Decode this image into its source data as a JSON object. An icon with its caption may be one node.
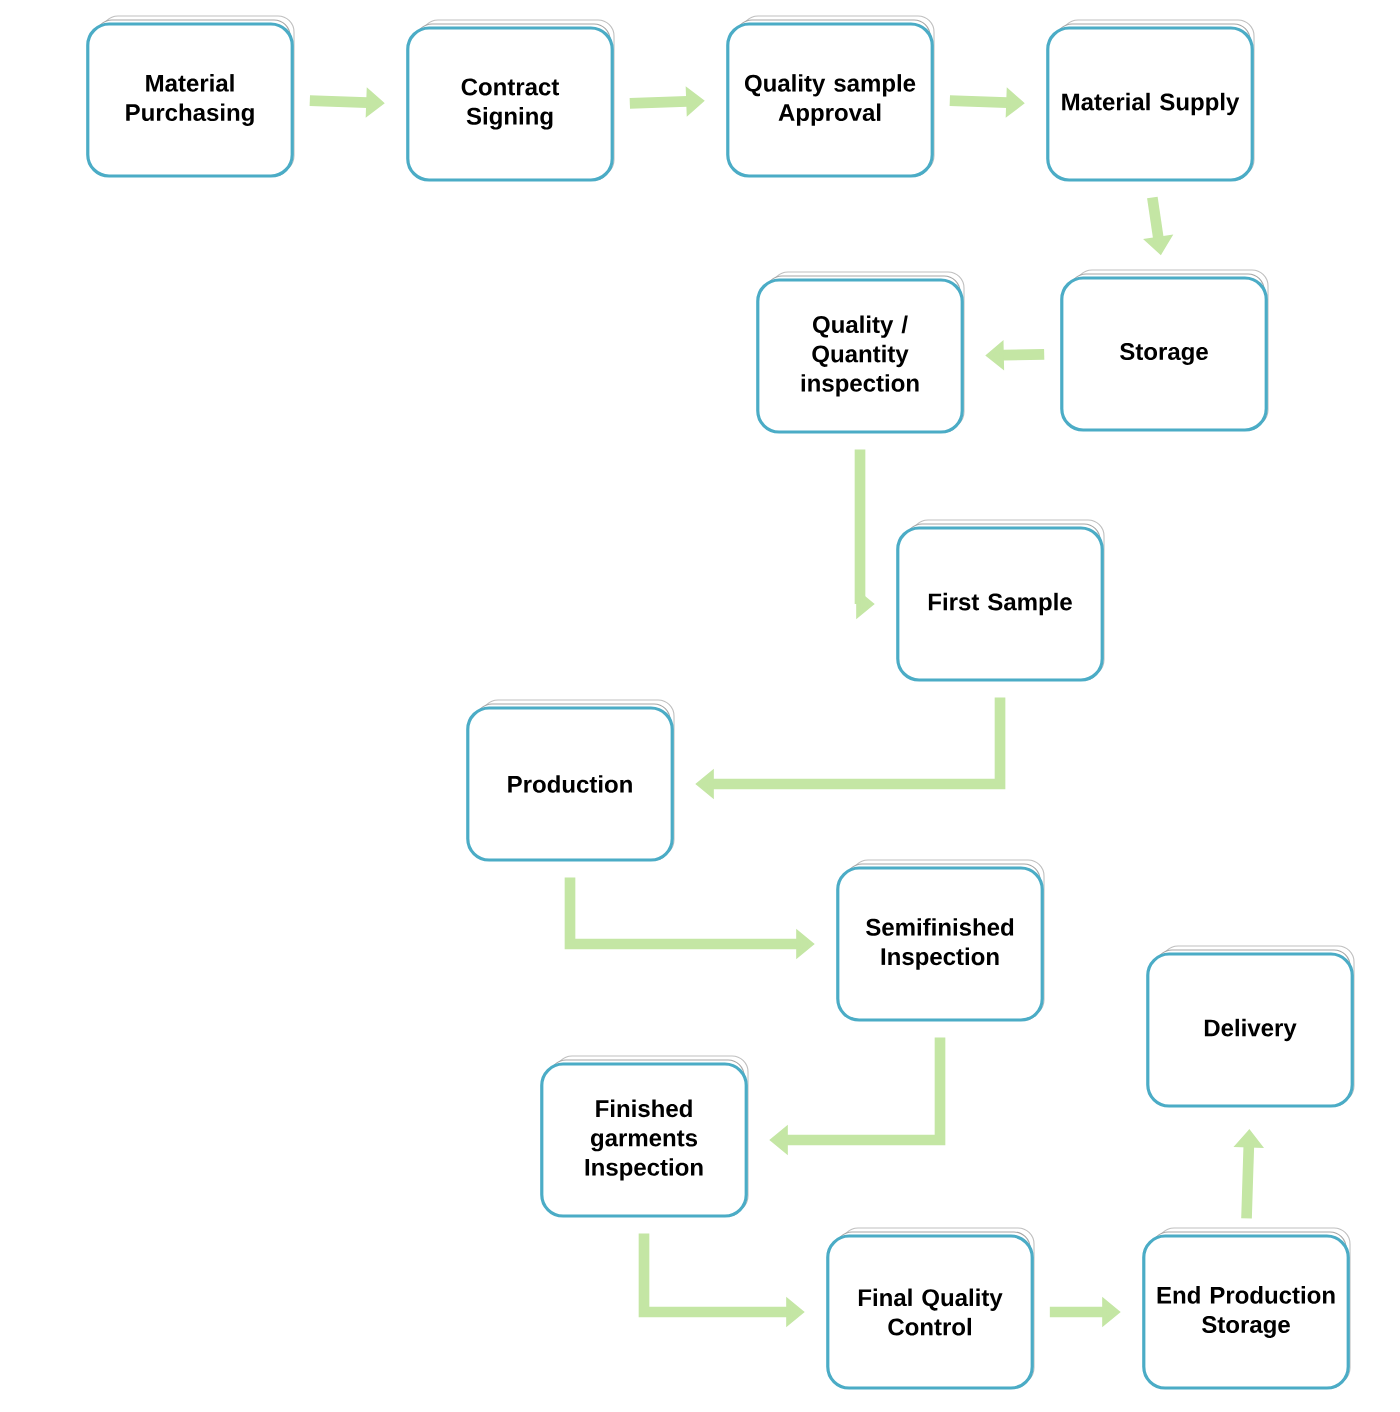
{
  "diagram": {
    "nodes": [
      {
        "text": [
          "Material Purchasing"
        ]
      },
      {
        "text": [
          "Contract Signing"
        ]
      },
      {
        "text": [
          "Quality sample Approval"
        ]
      },
      {
        "text": [
          "Material Supply"
        ]
      },
      {
        "text": [
          "Storage"
        ]
      },
      {
        "text": [
          "Quality / Quantity inspection"
        ]
      },
      {
        "text": [
          "First Sample"
        ]
      },
      {
        "text": [
          "Production"
        ]
      },
      {
        "text": [
          "Semifinished Inspection"
        ]
      },
      {
        "text": [
          "Finished garments Inspection"
        ]
      },
      {
        "text": [
          "Final Quality Control"
        ]
      },
      {
        "text": [
          "End Production Storage"
        ]
      },
      {
        "text": [
          "Delivery"
        ]
      }
    ],
    "edges": [
      {
        "from": 0,
        "to": 1,
        "arrow": "to"
      },
      {
        "from": 1,
        "to": 2,
        "arrow": "to"
      },
      {
        "from": 2,
        "to": 3,
        "arrow": "to"
      },
      {
        "from": 3,
        "to": 4,
        "arrow": "to"
      },
      {
        "from": 4,
        "to": 5,
        "arrow": "to"
      },
      {
        "from": 5,
        "to": 6,
        "arrow": "to"
      },
      {
        "from": 6,
        "to": 7,
        "arrow": "to"
      },
      {
        "from": 7,
        "to": 8,
        "arrow": "to"
      },
      {
        "from": 8,
        "to": 9,
        "arrow": "to"
      },
      {
        "from": 9,
        "to": 10,
        "arrow": "to"
      },
      {
        "from": 10,
        "to": 11,
        "arrow": "to"
      },
      {
        "from": 11,
        "to": 12,
        "arrow": "to"
      }
    ]
  }
}
